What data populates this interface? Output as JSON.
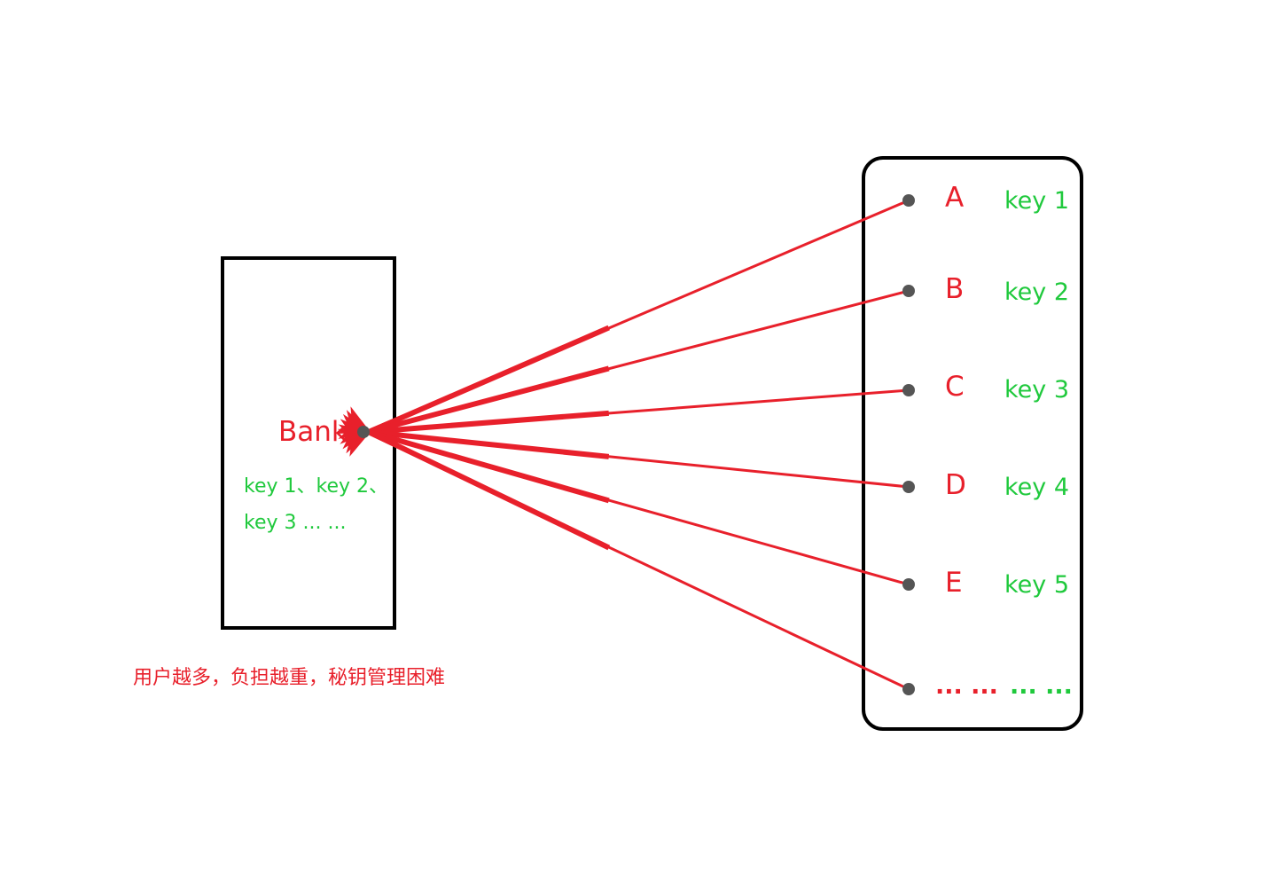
{
  "colors": {
    "red": "#e8202b",
    "green": "#1fc93c",
    "black": "#000000",
    "dot": "#555555"
  },
  "bank": {
    "label": "Bank",
    "keys_line1": "key 1、key 2、",
    "keys_line2": "key 3 ... ..."
  },
  "users": [
    {
      "name": "A",
      "key": "key 1"
    },
    {
      "name": "B",
      "key": "key 2"
    },
    {
      "name": "C",
      "key": "key 3"
    },
    {
      "name": "D",
      "key": "key 4"
    },
    {
      "name": "E",
      "key": "key 5"
    },
    {
      "name": "... ...",
      "key": "... ..."
    }
  ],
  "caption": "用户越多，负担越重，秘钥管理困难"
}
